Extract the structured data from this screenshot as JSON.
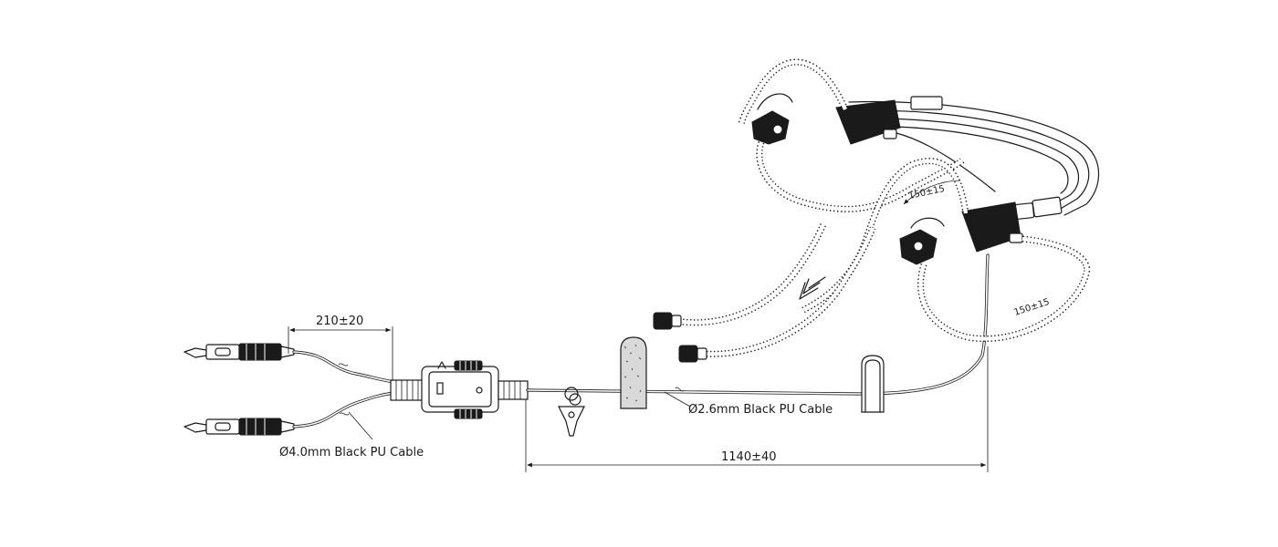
{
  "diagram": {
    "labels": {
      "dim_split_cable": "210±20",
      "dim_total_length": "1140±40",
      "dim_left_mic_arm": "150±15",
      "dim_right_mic_arm": "150±15",
      "thick_cable": "Ø4.0mm Black PU Cable",
      "thin_cable": "Ø2.6mm Black PU Cable"
    }
  }
}
